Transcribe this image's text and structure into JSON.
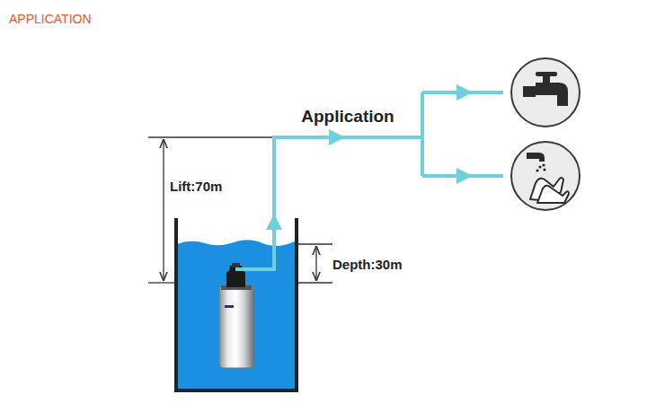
{
  "diagram": {
    "title": "APPLICATION",
    "labels": [
      "Application",
      "Lift:70m",
      "Depth:30m"
    ]
  }
}
